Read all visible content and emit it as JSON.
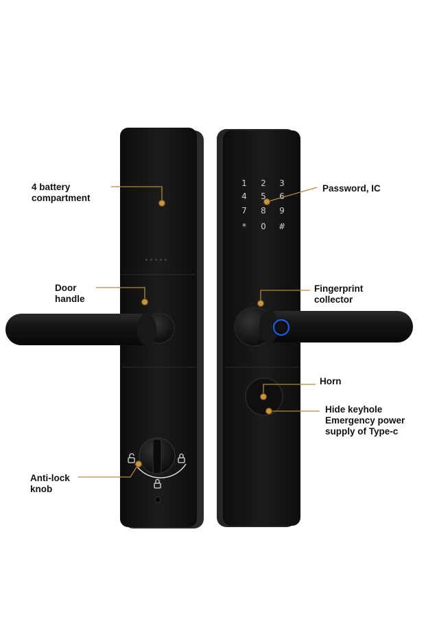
{
  "colors": {
    "background": "#ffffff",
    "lock_body": "#141414",
    "lock_edge": "#2a2a2a",
    "callout_line": "#b8863b",
    "callout_dot": "#c8963e",
    "fingerprint_ring": "#1e5bd8",
    "keypad_text": "#cfcfcf"
  },
  "callouts": [
    {
      "id": "battery",
      "text": "4 battery\ncompartment"
    },
    {
      "id": "password",
      "text": "Password, IC"
    },
    {
      "id": "door-handle",
      "text": "Door\nhandle"
    },
    {
      "id": "fingerprint",
      "text": "Fingerprint\ncollector"
    },
    {
      "id": "horn",
      "text": "Horn"
    },
    {
      "id": "keyhole",
      "text": "Hide keyhole\nEmergency power\nsupply of Type-c"
    },
    {
      "id": "anti-lock",
      "text": "Anti-lock\nknob"
    }
  ],
  "keypad": [
    "1",
    "2",
    "3",
    "4",
    "5",
    "6",
    "7",
    "8",
    "9",
    "*",
    "0",
    "#"
  ],
  "icons": {
    "lock_closed": "padlock-closed-icon",
    "lock_open": "padlock-open-icon",
    "fingerprint": "fingerprint-sensor-icon"
  }
}
